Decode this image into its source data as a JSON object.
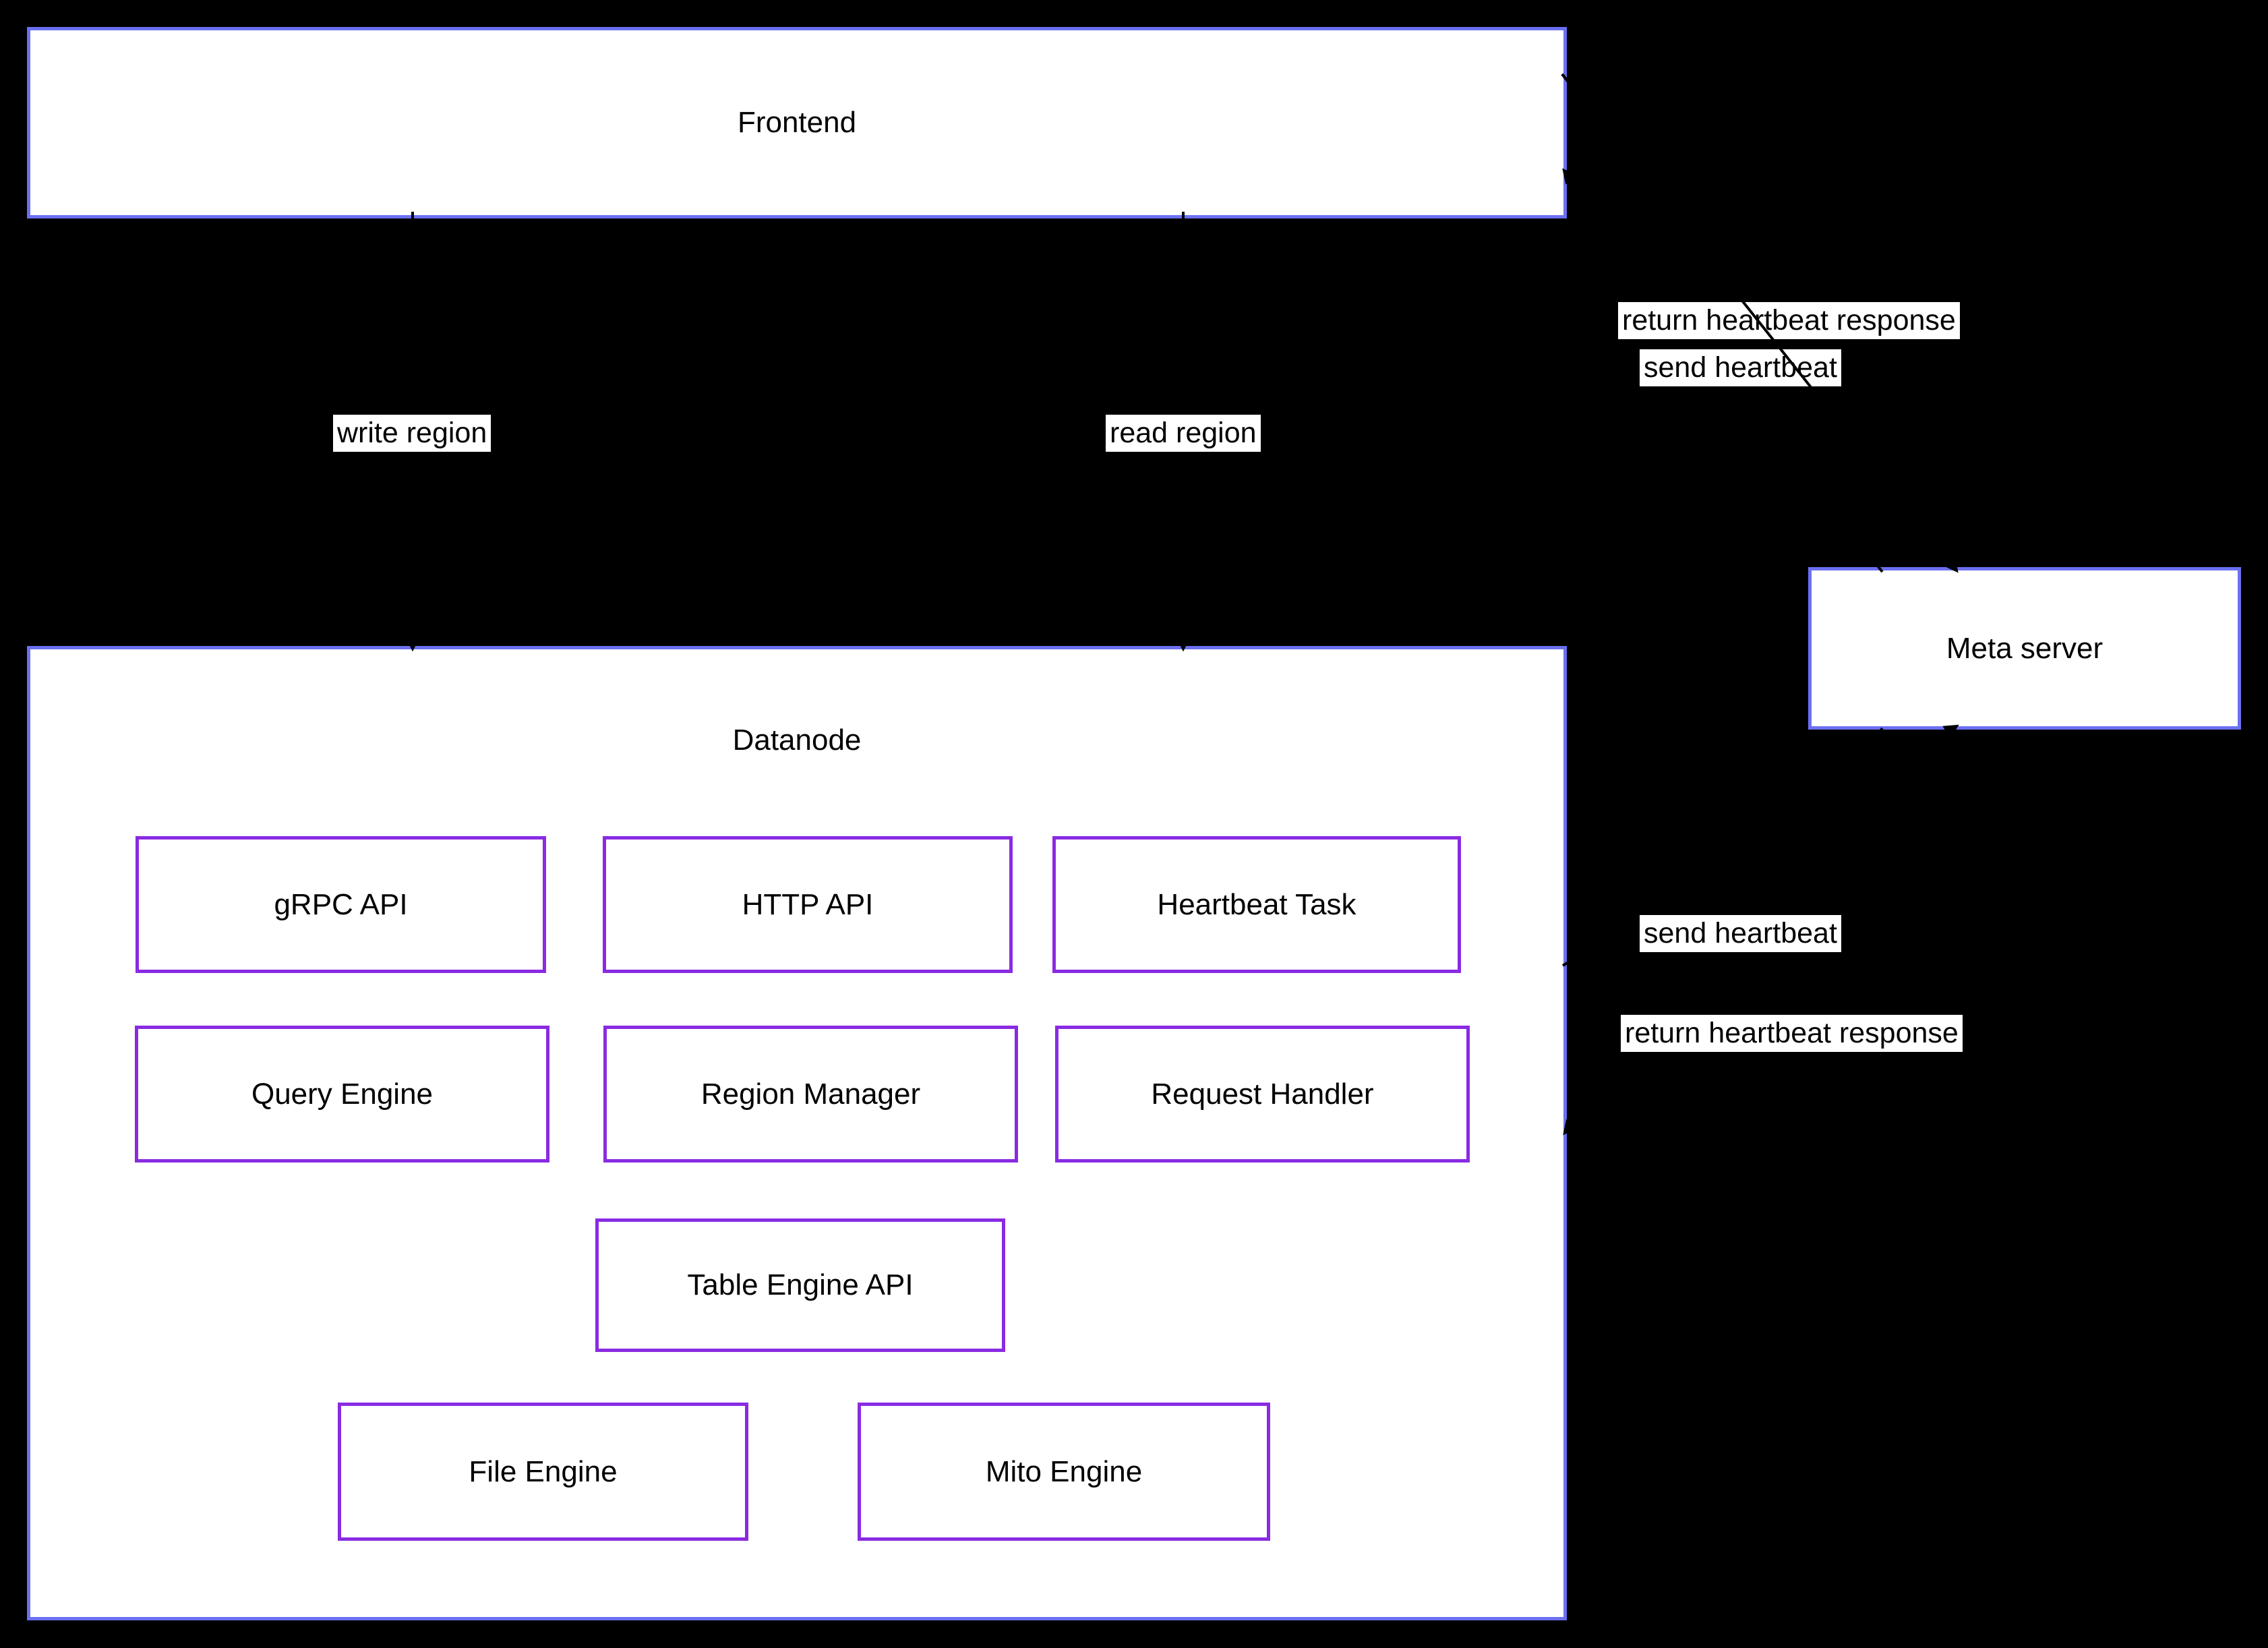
{
  "diagram": {
    "nodes": {
      "frontend": {
        "label": "Frontend"
      },
      "datanode": {
        "label": "Datanode"
      },
      "meta_server": {
        "label": "Meta server"
      }
    },
    "datanode_components": {
      "grpc_api": {
        "label": "gRPC API"
      },
      "http_api": {
        "label": "HTTP API"
      },
      "heartbeat_task": {
        "label": "Heartbeat Task"
      },
      "query_engine": {
        "label": "Query Engine"
      },
      "region_manager": {
        "label": "Region Manager"
      },
      "request_handler": {
        "label": "Request Handler"
      },
      "table_engine_api": {
        "label": "Table Engine API"
      },
      "file_engine": {
        "label": "File Engine"
      },
      "mito_engine": {
        "label": "Mito Engine"
      }
    },
    "edge_labels": {
      "write_region": {
        "label": "write region"
      },
      "read_region": {
        "label": "read region"
      },
      "frontend_send_heartbeat": {
        "label": "send heartbeat"
      },
      "frontend_return_heartbeat": {
        "label": "return heartbeat response"
      },
      "datanode_send_heartbeat": {
        "label": "send heartbeat"
      },
      "datanode_return_heartbeat": {
        "label": "return heartbeat response"
      }
    },
    "colors": {
      "background": "#000000",
      "node_border": "#6c70f2",
      "component_border": "#8a2be2",
      "node_fill": "#ffffff",
      "text": "#000000",
      "edge": "#000000"
    }
  }
}
